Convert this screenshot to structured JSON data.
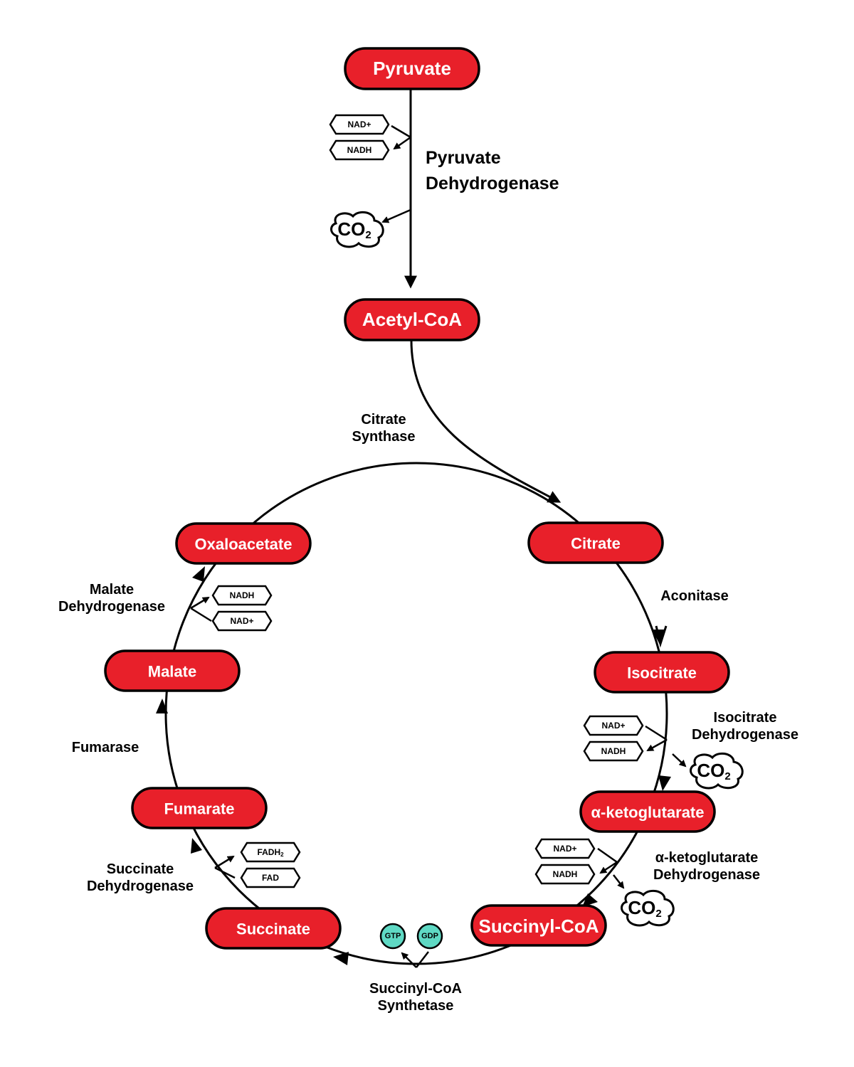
{
  "nodes": {
    "pyruvate": "Pyruvate",
    "acetyl_coa": "Acetyl-CoA",
    "citrate": "Citrate",
    "isocitrate": "Isocitrate",
    "a_ketoglutarate": "α-ketoglutarate",
    "succinyl_coa": "Succinyl-CoA",
    "succinate": "Succinate",
    "fumarate": "Fumarate",
    "malate": "Malate",
    "oxaloacetate": "Oxaloacetate"
  },
  "enzymes": {
    "pdh": [
      "Pyruvate",
      "Dehydrogenase"
    ],
    "citrate_synthase": [
      "Citrate",
      "Synthase"
    ],
    "aconitase": "Aconitase",
    "idh": [
      "Isocitrate",
      "Dehydrogenase"
    ],
    "akgdh": [
      "α-ketoglutarate",
      "Dehydrogenase"
    ],
    "scs": [
      "Succinyl-CoA",
      "Synthetase"
    ],
    "sdh": [
      "Succinate",
      "Dehydrogenase"
    ],
    "fumarase": "Fumarase",
    "mdh": [
      "Malate",
      "Dehydrogenase"
    ]
  },
  "cofactors": {
    "nad_plus": "NAD+",
    "nadh": "NADH",
    "fadh2": "FADH",
    "fadh2_sub": "2",
    "fad": "FAD",
    "gtp": "GTP",
    "gdp": "GDP",
    "co2": "CO",
    "co2_sub": "2"
  },
  "colors": {
    "node": "#e8202a",
    "nucleotide": "#5fd9c4",
    "line": "#000000"
  }
}
